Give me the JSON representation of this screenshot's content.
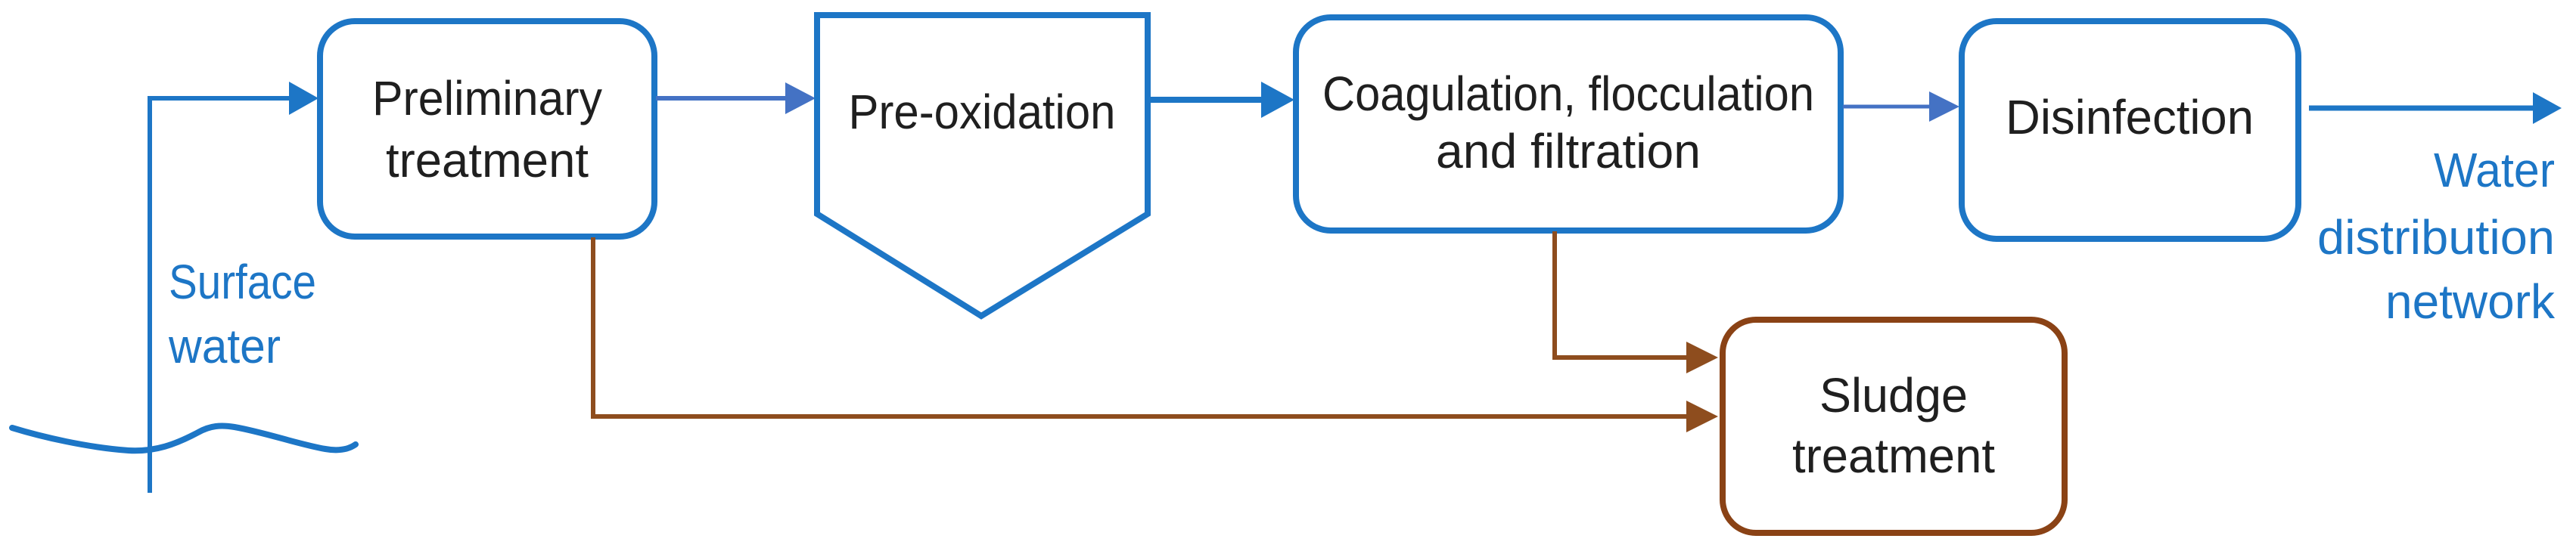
{
  "diagram": {
    "type": "flowchart",
    "subject": "surface water treatment process",
    "background": "#FFFFFF",
    "colors": {
      "blue": "#1D76C6",
      "indigo": "#4472C4",
      "brown": "#8E4D1E",
      "brown_dark": "#8A4215",
      "text": "#1F1F1F"
    },
    "source_label": {
      "lines": [
        "Surface",
        "water"
      ]
    },
    "steps": [
      {
        "id": "preliminary-treatment",
        "shape": "rounded-rect",
        "lines": [
          "Preliminary",
          "treatment"
        ]
      },
      {
        "id": "pre-oxidation",
        "shape": "pentagon-down",
        "lines": [
          "Pre-oxidation"
        ]
      },
      {
        "id": "coagulation-flocculation-filtration",
        "shape": "rounded-rect",
        "lines": [
          "Coagulation, flocculation",
          "and filtration"
        ]
      },
      {
        "id": "disinfection",
        "shape": "rounded-rect",
        "lines": [
          "Disinfection"
        ]
      }
    ],
    "sludge": {
      "id": "sludge-treatment",
      "shape": "rounded-rect",
      "lines": [
        "Sludge",
        "treatment"
      ]
    },
    "output_label": {
      "lines": [
        "Water",
        "distribution",
        "network"
      ]
    },
    "edges": [
      {
        "from": "surface-water",
        "to": "preliminary-treatment",
        "style": "blue"
      },
      {
        "from": "preliminary-treatment",
        "to": "pre-oxidation",
        "style": "indigo"
      },
      {
        "from": "pre-oxidation",
        "to": "coagulation-flocculation-filtration",
        "style": "blue"
      },
      {
        "from": "coagulation-flocculation-filtration",
        "to": "disinfection",
        "style": "indigo"
      },
      {
        "from": "disinfection",
        "to": "water-distribution-network",
        "style": "blue"
      },
      {
        "from": "preliminary-treatment",
        "to": "sludge-treatment",
        "style": "brown"
      },
      {
        "from": "coagulation-flocculation-filtration",
        "to": "sludge-treatment",
        "style": "brown"
      }
    ]
  }
}
